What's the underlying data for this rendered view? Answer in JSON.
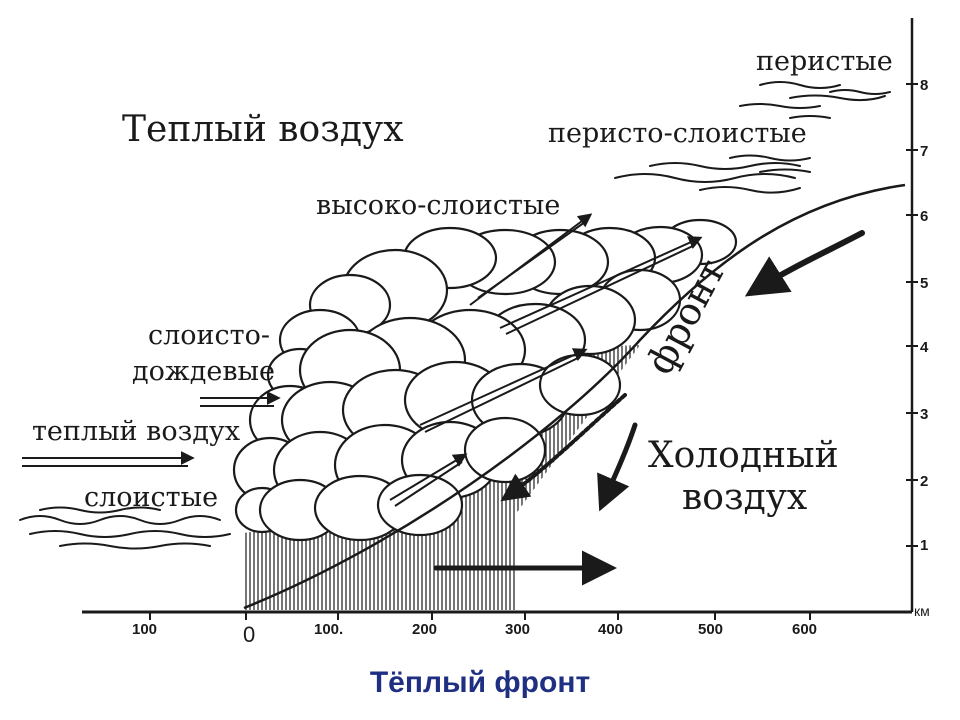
{
  "labels": {
    "warm_air_title": "Теплый воздух",
    "cirrus": "перистые",
    "cirrostratus": "перисто-слоистые",
    "altostratus": "высоко-слоистые",
    "nimbostratus_line1": "слоисто-",
    "nimbostratus_line2": "дождевые",
    "warm_air_inflow": "теплый воздух",
    "stratus": "слоистые",
    "front": "фронт",
    "cold_air_line1": "Холодный",
    "cold_air_line2": "воздух"
  },
  "axes": {
    "x_unit": "км",
    "x_ticks": [
      "100",
      "0",
      "100.",
      "200",
      "300",
      "400",
      "500",
      "600"
    ],
    "y_ticks": [
      "1",
      "2",
      "3",
      "4",
      "5",
      "6",
      "7",
      "8"
    ]
  },
  "caption": "Тёплый фронт",
  "colors": {
    "ink": "#1a1a1a",
    "caption": "#1f2f82"
  }
}
